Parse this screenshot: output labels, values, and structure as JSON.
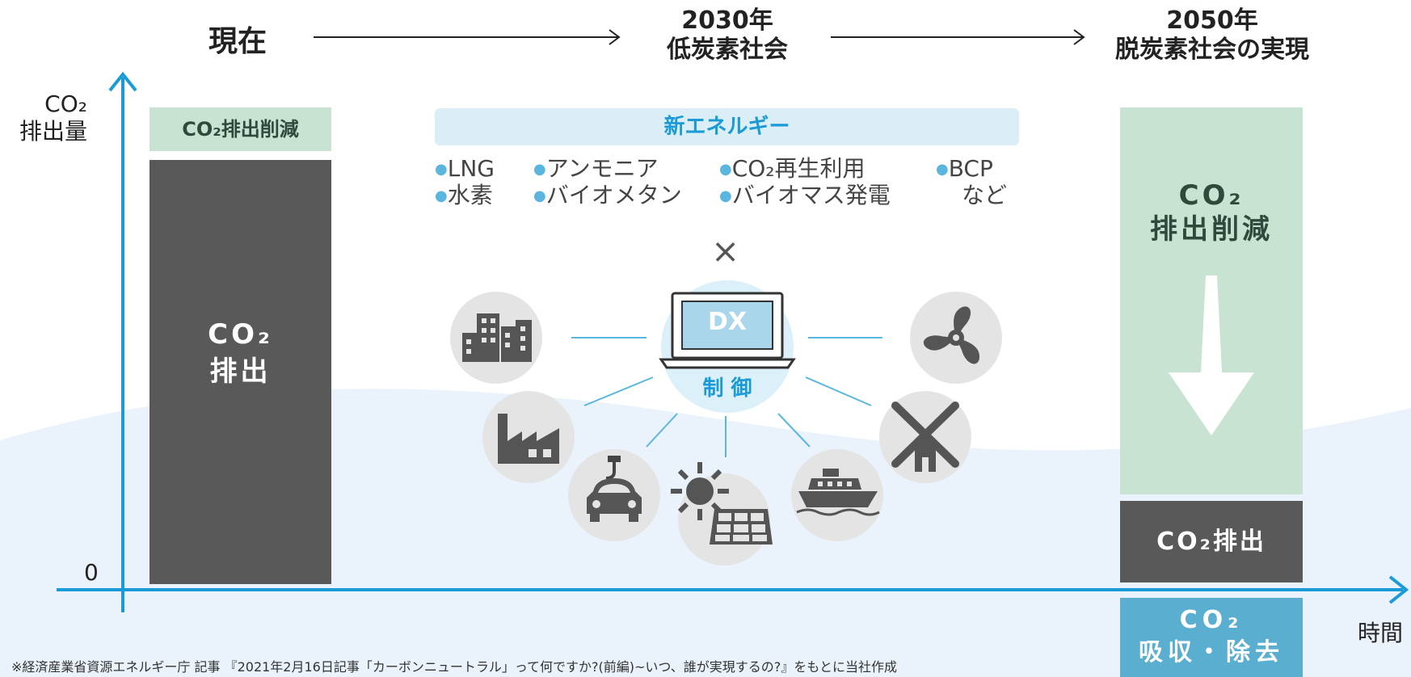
{
  "header": {
    "present": "現在",
    "y2030_year": "2030年",
    "y2030_title": "低炭素社会",
    "y2050_year": "2050年",
    "y2050_title": "脱炭素社会の実現"
  },
  "axes": {
    "y_label_line1": "CO₂",
    "y_label_line2": "排出量",
    "y_zero": "0",
    "x_label": "時間"
  },
  "present_bar": {
    "reduction_label": "CO₂排出削減",
    "emission_line1": "CO₂",
    "emission_line2": "排出"
  },
  "new_energy": {
    "title": "新エネルギー",
    "items": [
      "LNG",
      "水素",
      "アンモニア",
      "バイオメタン",
      "CO₂再生利用",
      "バイオマス発電",
      "BCP",
      "など"
    ]
  },
  "cross": "×",
  "dx": {
    "screen_label": "DX",
    "control_label": "制 御"
  },
  "future_bar": {
    "reduction_line1": "CO₂",
    "reduction_line2": "排出削減",
    "emission": "CO₂排出",
    "absorb_line1": "CO₂",
    "absorb_line2": "吸収・除去"
  },
  "footnote": "※経済産業省資源エネルギー庁 記事 『2021年2月16日記事「カーボンニュートラル」って何ですか?(前編)~いつ、誰が実現するの?』をもとに当社作成",
  "colors": {
    "axis_blue": "#1a9ad6",
    "dark_bar": "#595959",
    "light_green": "#c9e3d2",
    "light_blue_box": "#dbeef5",
    "absorb_blue": "#5aaed0",
    "background_wave": "#eaf3fb"
  },
  "icons": [
    "buildings-icon",
    "factory-icon",
    "electric-car-icon",
    "solar-panel-icon",
    "ship-icon",
    "windmill-icon",
    "fan-icon",
    "laptop-icon"
  ]
}
